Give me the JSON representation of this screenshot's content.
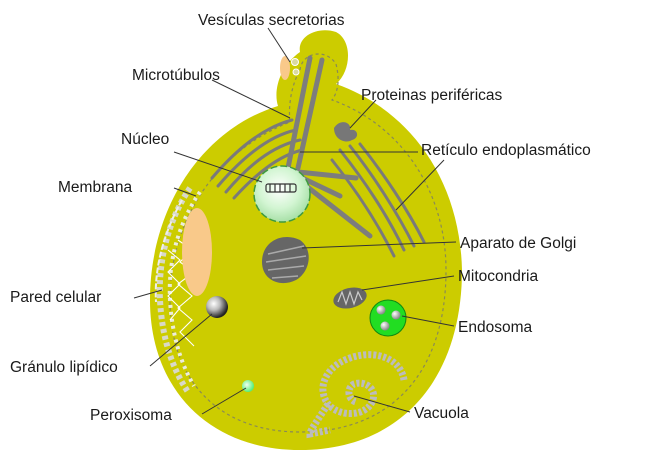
{
  "labels": {
    "vesiculas": "Vesículas secretorias",
    "microtubulos": "Microtúbulos",
    "proteinas": "Proteinas periféricas",
    "nucleo": "Núcleo",
    "reticulo": "Retículo endoplasmático",
    "membrana": "Membrana",
    "golgi": "Aparato de Golgi",
    "mitocondria": "Mitocondria",
    "pared": "Pared celular",
    "endosoma": "Endosoma",
    "granulo": "Gránulo lipídico",
    "peroxisoma": "Peroxisoma",
    "vacuola": "Vacuola"
  },
  "colors": {
    "cytoplasm": "#cccc00",
    "vacuole_fill": "#f9c98a",
    "nucleus": "#c8f2c8",
    "endosome": "#22dd22",
    "peroxisome": "#66ff88",
    "organelle_gray": "#777777"
  }
}
